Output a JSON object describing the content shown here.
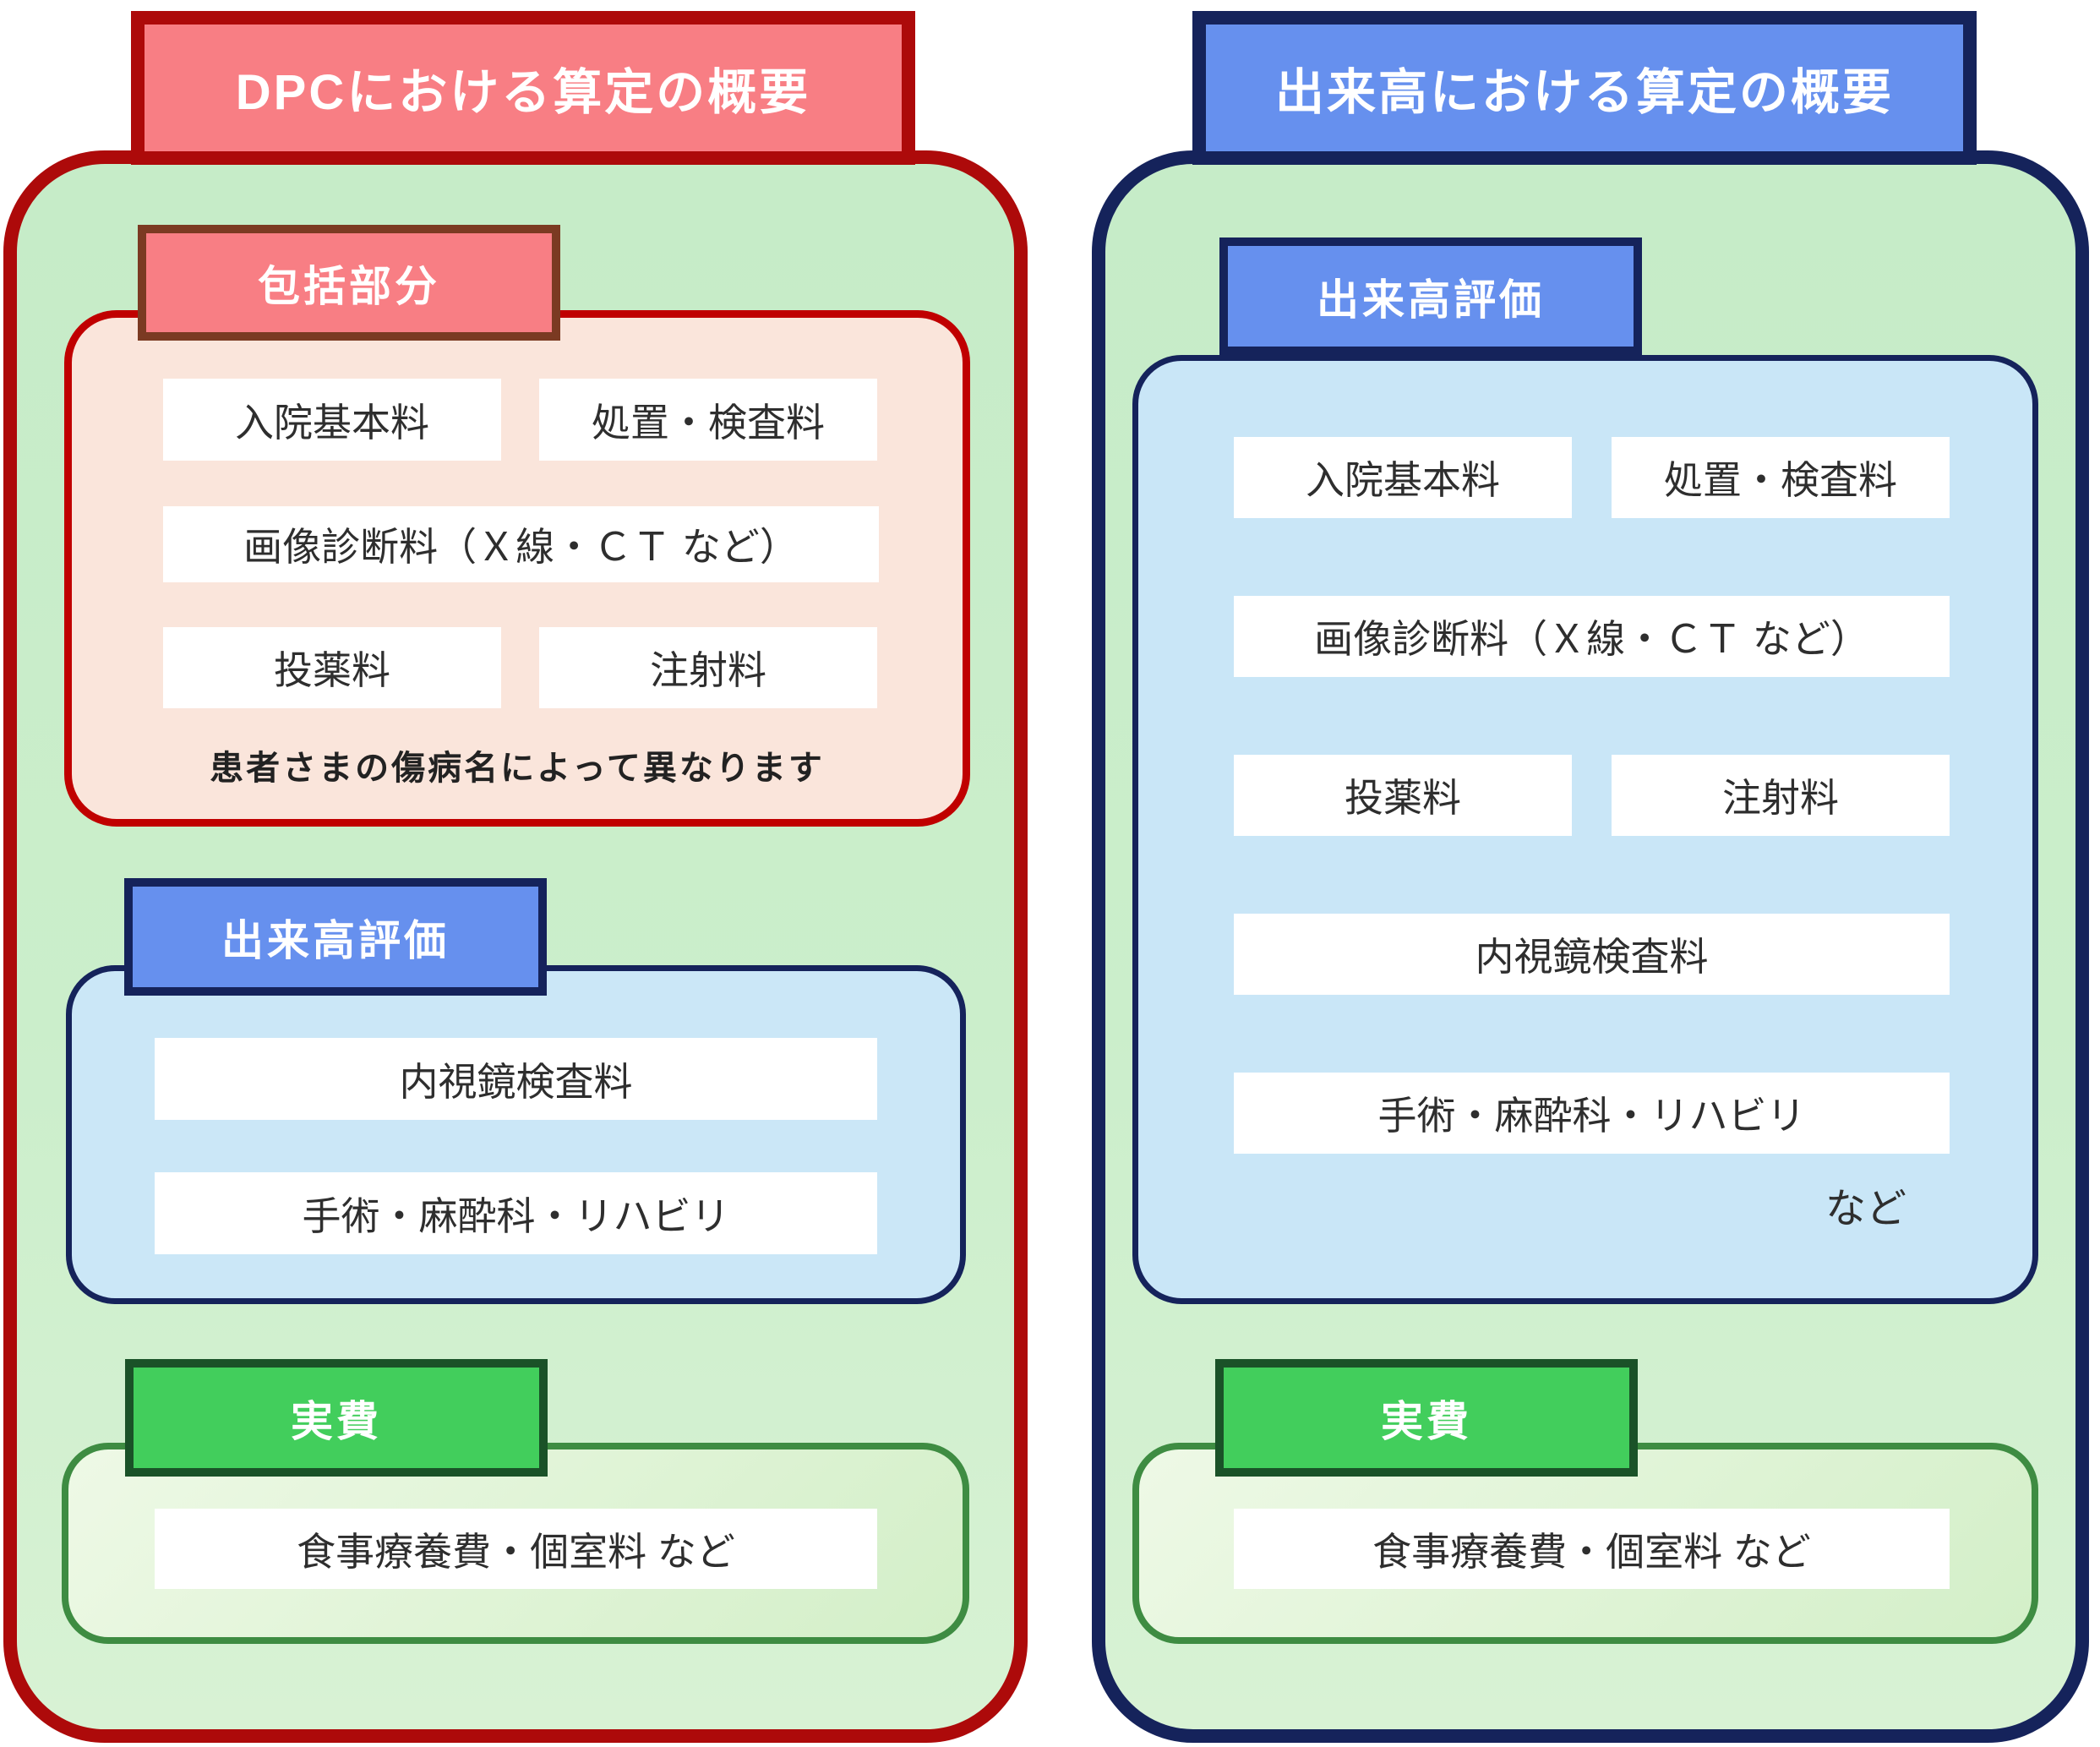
{
  "left_panel": {
    "title": "DPCにおける算定の概要",
    "sections": {
      "hokatsu": {
        "label": "包括部分",
        "row1": [
          "入院基本料",
          "処置・検査料"
        ],
        "row2": "画像診断料（Ｘ線・ＣＴ など）",
        "row3": [
          "投薬料",
          "注射料"
        ],
        "note": "患者さまの傷病名によって異なります"
      },
      "dekidaka": {
        "label": "出来高評価",
        "rows": [
          "内視鏡検査料",
          "手術・麻酔科・リハビリ"
        ]
      },
      "jippi": {
        "label": "実費",
        "rows": [
          "食事療養費・個室料 など"
        ]
      }
    }
  },
  "right_panel": {
    "title": "出来高における算定の概要",
    "sections": {
      "dekidaka": {
        "label": "出来高評価",
        "row1": [
          "入院基本料",
          "処置・検査料"
        ],
        "row2": "画像診断料（Ｘ線・ＣＴ など）",
        "row3": [
          "投薬料",
          "注射料"
        ],
        "row4": "内視鏡検査料",
        "row5": "手術・麻酔科・リハビリ",
        "suffix": "など"
      },
      "jippi": {
        "label": "実費",
        "rows": [
          "食事療養費・個室料 など"
        ]
      }
    }
  },
  "colors": {
    "dpc_border_red": "#AD0A0A",
    "dpc_title_fill_salmon": "#F87E84",
    "hokatsu_border_brown": "#7B3A22",
    "hokatsu_box_fill_pink": "#FAE5DB",
    "hokatsu_box_border_red": "#C00000",
    "panel_fill_green": "#C9EDCB",
    "navy_border": "#15235B",
    "blue_label_fill": "#6690EE",
    "blue_box_fill": "#C9E6F7",
    "jippi_label_fill_green": "#42CE5C",
    "jippi_label_border_darkgreen": "#1A5228",
    "jippi_box_fill_lightgreen": "#E3F4DA",
    "jippi_box_border_green": "#3E8C42",
    "item_text": "#2E2E2E",
    "label_text": "#FFFFFF"
  }
}
